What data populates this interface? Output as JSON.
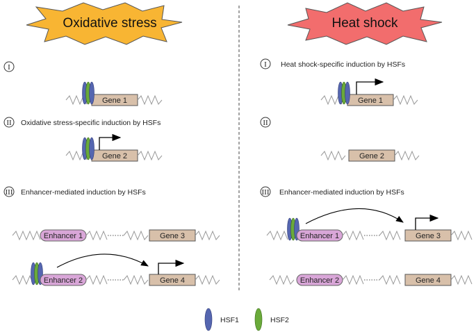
{
  "panels": {
    "left": {
      "title": "Oxidative stress",
      "burst_color": "#f8b533",
      "sections": [
        {
          "numeral": "I",
          "caption": ""
        },
        {
          "numeral": "II",
          "caption": "Oxidative stress-specific induction by HSFs"
        },
        {
          "numeral": "III",
          "caption": "Enhancer-mediated induction by HSFs"
        }
      ],
      "genes": [
        "Gene 1",
        "Gene 2",
        "Gene 3",
        "Gene 4"
      ],
      "enhancers": [
        "Enhancer 1",
        "Enhancer 2"
      ]
    },
    "right": {
      "title": "Heat shock",
      "burst_color": "#f26d6d",
      "sections": [
        {
          "numeral": "I",
          "caption": "Heat shock-specific induction by HSFs"
        },
        {
          "numeral": "II",
          "caption": ""
        },
        {
          "numeral": "III",
          "caption": "Enhancer-mediated induction by HSFs"
        }
      ],
      "genes": [
        "Gene 1",
        "Gene 2",
        "Gene 3",
        "Gene 4"
      ],
      "enhancers": [
        "Enhancer 1",
        "Enhancer 2"
      ]
    }
  },
  "legend": [
    {
      "label": "HSF1",
      "color": "#5566b0"
    },
    {
      "label": "HSF2",
      "color": "#6aaa3a"
    }
  ],
  "colors": {
    "gene_box": "#d8c0aa",
    "enhancer_box": "#d9a6d8",
    "dna_line": "#9a9a9a"
  }
}
